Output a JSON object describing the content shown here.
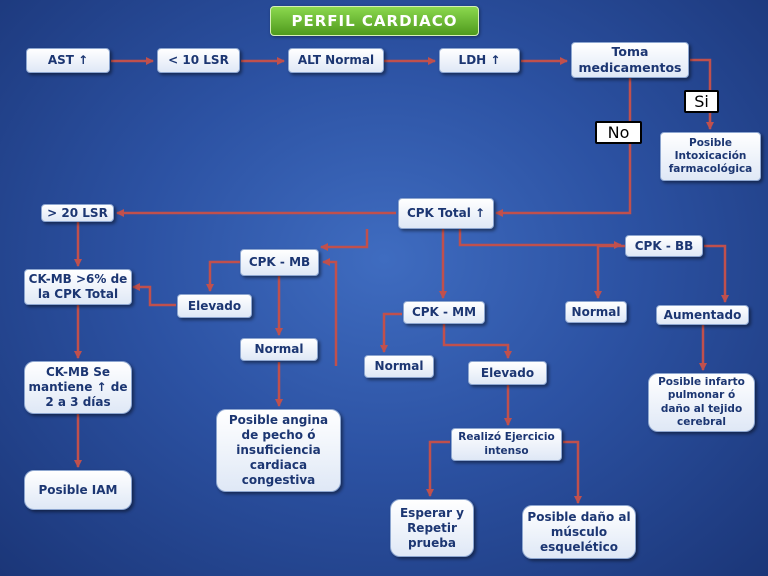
{
  "title": "PERFIL  CARDIACO",
  "nodes": {
    "ast": "AST ↑",
    "lt10": "< 10 LSR",
    "alt": "ALT  Normal",
    "ldh": "LDH  ↑",
    "toma": "Toma medicamentos",
    "si": "Si",
    "no": "No",
    "intox": "Posible Intoxicación farmacológica",
    "gt20": "> 20 LSR",
    "cpk_total": "CPK Total ↑",
    "ckmb6": "CK-MB >6% de la CPK Total",
    "cpk_mb": "CPK - MB",
    "cpk_bb": "CPK - BB",
    "elevado_mb": "Elevado",
    "normal_mb": "Normal",
    "cpk_mm": "CPK - MM",
    "normal_bb": "Normal",
    "aumentado": "Aumentado",
    "normal_mm": "Normal",
    "elevado_mm": "Elevado",
    "ckmb_mantiene": "CK-MB Se mantiene ↑ de 2 a 3 días",
    "angina": "Posible angina de pecho ó insuficiencia cardiaca congestiva",
    "infarto_pulm": "Posible infarto pulmonar ó daño al tejido cerebral",
    "ejercicio": "Realizó Ejercicio intenso",
    "iam": "Posible IAM",
    "esperar": "Esperar y Repetir prueba",
    "musculo": "Posible daño al músculo esquelético"
  },
  "colors": {
    "arrow": "#c0504d",
    "title_bg": "#6ab735",
    "text": "#1c3672"
  }
}
